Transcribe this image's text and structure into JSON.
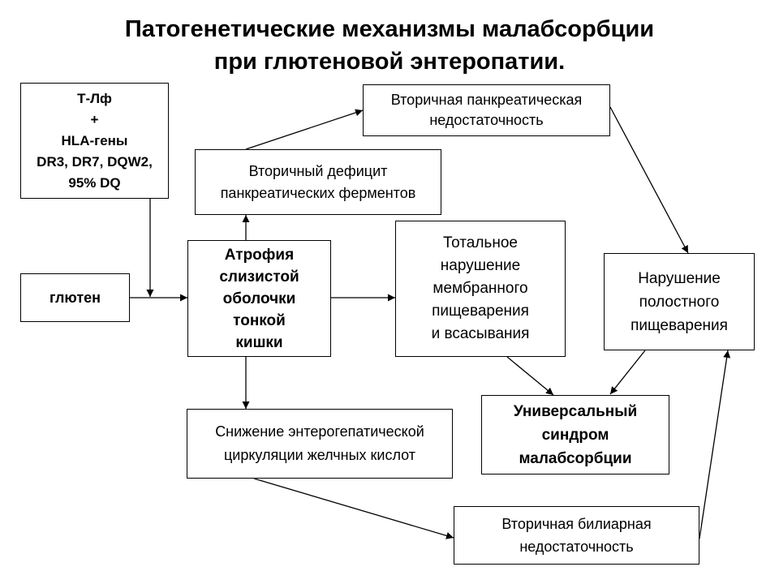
{
  "title": {
    "line1": "Патогенетические механизмы малабсорбции",
    "line2": "при глютеновой энтеропатии."
  },
  "boxes": {
    "genetics": [
      "Т-Лф",
      "+",
      "HLA-гены",
      "DR3, DR7, DQW2,",
      "95% DQ"
    ],
    "gluten": [
      "глютен"
    ],
    "atrophy": [
      "Атрофия",
      "слизистой",
      "оболочки",
      "тонкой",
      "кишки"
    ],
    "enzyme_deficit": [
      "Вторичный дефицит",
      "панкреатических ферментов"
    ],
    "pancreatic_insufficiency": [
      "Вторичная панкреатическая",
      "недостаточность"
    ],
    "membrane_digestion": [
      "Тотальное",
      "нарушение",
      "мембранного",
      "пищеварения",
      "и всасывания"
    ],
    "cavity_digestion": [
      "Нарушение",
      "полостного",
      "пищеварения"
    ],
    "malabsorption": [
      "Универсальный",
      "синдром",
      "малабсорбции"
    ],
    "bile_acids": [
      "Снижение энтерогепатической",
      "циркуляции желчных кислот"
    ],
    "biliary_insufficiency": [
      "Вторичная билиарная",
      "недостаточность"
    ]
  },
  "colors": {
    "line": "#000000",
    "background": "#ffffff"
  }
}
